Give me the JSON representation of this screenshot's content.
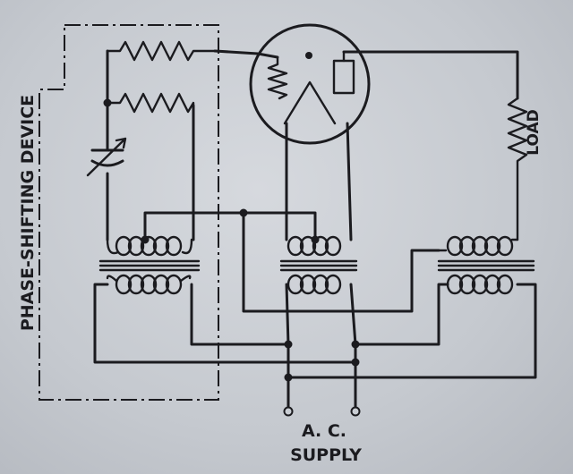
{
  "labels": {
    "phase_shifting_device": "PHASE-SHIFTING DEVICE",
    "load": "LOAD",
    "supply_line1": "A. C.",
    "supply_line2": "SUPPLY"
  },
  "colors": {
    "ink": "#1b1b1f",
    "paper": "#c9cdd3"
  },
  "icons": [
    "resistor-icon",
    "variable-capacitor-icon",
    "transformer-icon",
    "tube-icon",
    "terminal-icon"
  ]
}
